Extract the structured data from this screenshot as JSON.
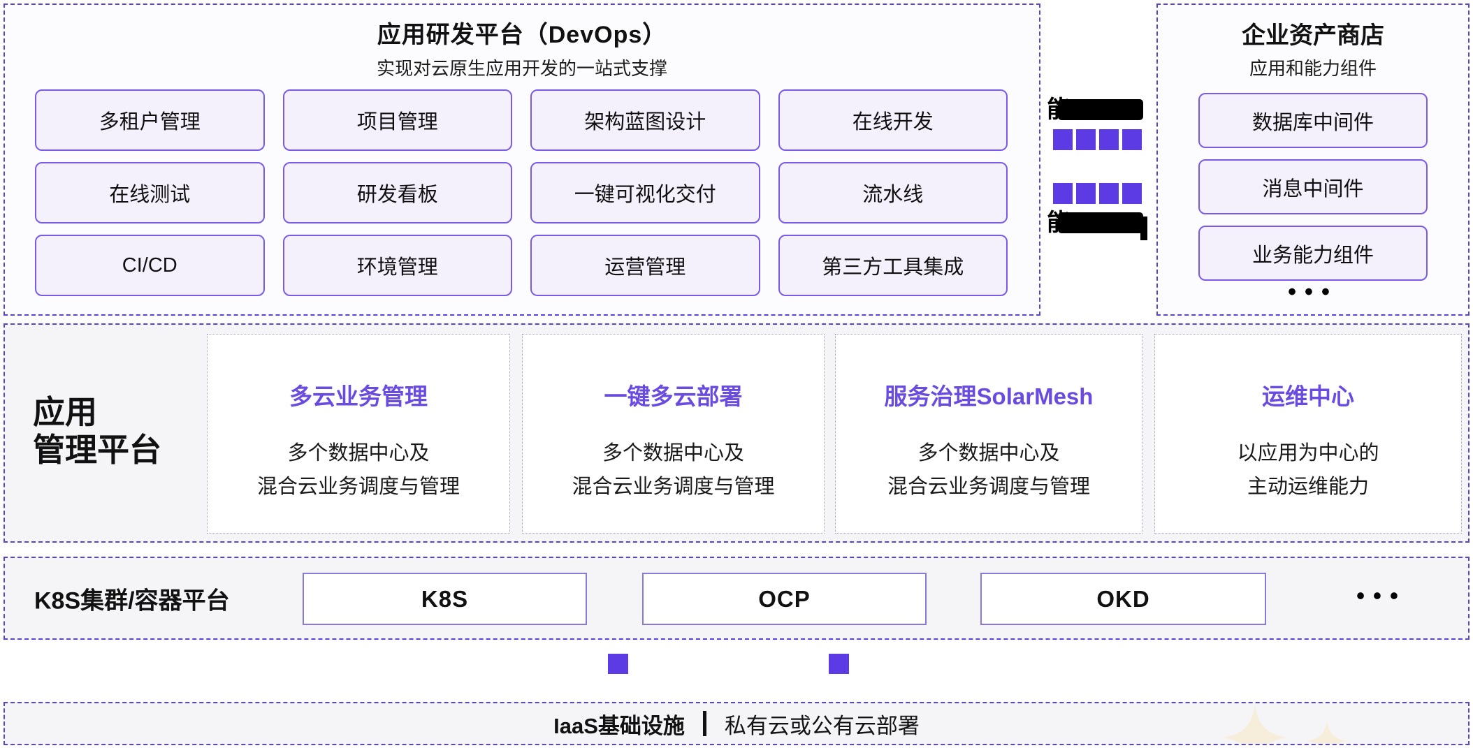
{
  "devops_platform": {
    "title": "应用研发平台（DevOps）",
    "subtitle": "实现对云原生应用开发的一站式支撑",
    "features": [
      "多租户管理",
      "项目管理",
      "架构蓝图设计",
      "在线开发",
      "在线测试",
      "研发看板",
      "一键可视化交付",
      "流水线",
      "CI/CD",
      "环境管理",
      "运营管理",
      "第三方工具集成"
    ]
  },
  "capability_flow": {
    "rows": [
      {
        "visible_char": "能"
      },
      {
        "visible_char": "能"
      }
    ],
    "squares_per_row": 4,
    "square_color": "#5D3BE4"
  },
  "asset_store": {
    "title": "企业资产商店",
    "subtitle": "应用和能力组件",
    "items": [
      "数据库中间件",
      "消息中间件",
      "业务能力组件"
    ],
    "more_label": "•••"
  },
  "app_management": {
    "label_line1": "应用",
    "label_line2": "管理平台",
    "cards": [
      {
        "title": "多云业务管理",
        "desc_line1": "多个数据中心及",
        "desc_line2": "混合云业务调度与管理"
      },
      {
        "title": "一键多云部署",
        "desc_line1": "多个数据中心及",
        "desc_line2": "混合云业务调度与管理"
      },
      {
        "title": "服务治理SolarMesh",
        "desc_line1": "多个数据中心及",
        "desc_line2": "混合云业务调度与管理"
      },
      {
        "title": "运维中心",
        "desc_line1": "以应用为中心的",
        "desc_line2": "主动运维能力"
      }
    ]
  },
  "container_platform": {
    "label": "K8S集群/容器平台",
    "items": [
      "K8S",
      "OCP",
      "OKD"
    ],
    "more_label": "•••"
  },
  "iaas": {
    "label": "IaaS基础设施",
    "description": "私有云或公有云部署"
  },
  "colors": {
    "accent_square": "#5D3BE4",
    "box_border": "#7A5AE8",
    "box_fill": "#F4F1FD",
    "dashed_border": "#5843D8",
    "card_title": "#6A4BE0",
    "section_bg": "#F5F5F8",
    "sparkle": "#F6EEDA"
  }
}
